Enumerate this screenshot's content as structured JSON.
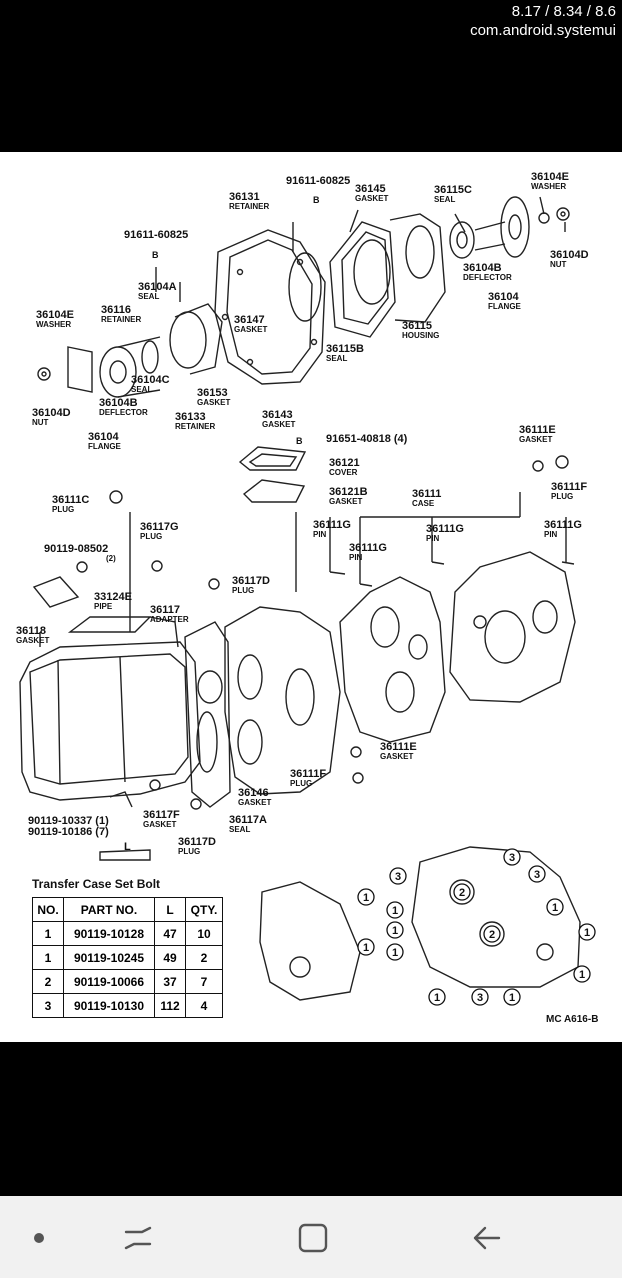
{
  "status_bar": {
    "speed": "8.17 / 8.34 / 8.6",
    "package": "com.android.systemui"
  },
  "diagram": {
    "labels": {
      "l36131": {
        "num": "36131",
        "sub": "RETAINER"
      },
      "l91611a": {
        "num": "91611-60825",
        "sub": ""
      },
      "l36145": {
        "num": "36145",
        "sub": "GASKET"
      },
      "l36115c": {
        "num": "36115C",
        "sub": "SEAL"
      },
      "l36104e_r": {
        "num": "36104E",
        "sub": "WASHER"
      },
      "l91611b": {
        "num": "91611-60825",
        "sub": ""
      },
      "l36104d_r": {
        "num": "36104D",
        "sub": "NUT"
      },
      "l36104a": {
        "num": "36104A",
        "sub": "SEAL"
      },
      "l36104b_r": {
        "num": "36104B",
        "sub": "DEFLECTOR"
      },
      "l36104_r": {
        "num": "36104",
        "sub": "FLANGE"
      },
      "l36104e_l": {
        "num": "36104E",
        "sub": "WASHER"
      },
      "l36116": {
        "num": "36116",
        "sub": "RETAINER"
      },
      "l36147": {
        "num": "36147",
        "sub": "GASKET"
      },
      "l36115": {
        "num": "36115",
        "sub": "HOUSING"
      },
      "l36115b": {
        "num": "36115B",
        "sub": "SEAL"
      },
      "l36104c": {
        "num": "36104C",
        "sub": "SEAL"
      },
      "l36153": {
        "num": "36153",
        "sub": "GASKET"
      },
      "l36104d_l": {
        "num": "36104D",
        "sub": "NUT"
      },
      "l36104b_l": {
        "num": "36104B",
        "sub": "DEFLECTOR"
      },
      "l36133": {
        "num": "36133",
        "sub": "RETAINER"
      },
      "l36143": {
        "num": "36143",
        "sub": "GASKET"
      },
      "l36104_l": {
        "num": "36104",
        "sub": "FLANGE"
      },
      "l91651": {
        "num": "91651-40818 (4)",
        "sub": ""
      },
      "l36111e_t": {
        "num": "36111E",
        "sub": "GASKET"
      },
      "l36121": {
        "num": "36121",
        "sub": "COVER"
      },
      "l36121b": {
        "num": "36121B",
        "sub": "GASKET"
      },
      "l36111f_t": {
        "num": "36111F",
        "sub": "PLUG"
      },
      "l36111c": {
        "num": "36111C",
        "sub": "PLUG"
      },
      "l36111": {
        "num": "36111",
        "sub": "CASE"
      },
      "l36117g": {
        "num": "36117G",
        "sub": "PLUG"
      },
      "l36111g_1": {
        "num": "36111G",
        "sub": "PIN"
      },
      "l36111g_2": {
        "num": "36111G",
        "sub": "PIN"
      },
      "l36111g_3": {
        "num": "36111G",
        "sub": "PIN"
      },
      "l36111g_4": {
        "num": "36111G",
        "sub": "PIN"
      },
      "l90119_08502": {
        "num": "90119-08502",
        "sub": "(2)"
      },
      "l36117d_t": {
        "num": "36117D",
        "sub": "PLUG"
      },
      "l33124e": {
        "num": "33124E",
        "sub": "PIPE"
      },
      "l36117": {
        "num": "36117",
        "sub": "ADAPTER"
      },
      "l36118": {
        "num": "36118",
        "sub": "GASKET"
      },
      "l36111e_b": {
        "num": "36111E",
        "sub": "GASKET"
      },
      "l36111f_b": {
        "num": "36111F",
        "sub": "PLUG"
      },
      "l36146": {
        "num": "36146",
        "sub": "GASKET"
      },
      "l90119_10337": {
        "num": "90119-10337 (1)",
        "sub": ""
      },
      "l90119_10186": {
        "num": "90119-10186 (7)",
        "sub": ""
      },
      "l36117f": {
        "num": "36117F",
        "sub": "GASKET"
      },
      "l36117a": {
        "num": "36117A",
        "sub": "SEAL"
      },
      "l36117d_b": {
        "num": "36117D",
        "sub": "PLUG"
      }
    },
    "bolt_letter": "L",
    "callout_b": "B",
    "table_title": "Transfer Case Set Bolt",
    "table": {
      "headers": [
        "NO.",
        "PART NO.",
        "L",
        "QTY."
      ],
      "rows": [
        [
          "1",
          "90119-10128",
          "47",
          "10"
        ],
        [
          "1",
          "90119-10245",
          "49",
          "2"
        ],
        [
          "2",
          "90119-10066",
          "37",
          "7"
        ],
        [
          "3",
          "90119-10130",
          "112",
          "4"
        ]
      ]
    },
    "figure_code": "MC A616-B"
  },
  "nav_bar": {
    "buttons": [
      "dot",
      "recent-apps",
      "home",
      "back"
    ]
  }
}
